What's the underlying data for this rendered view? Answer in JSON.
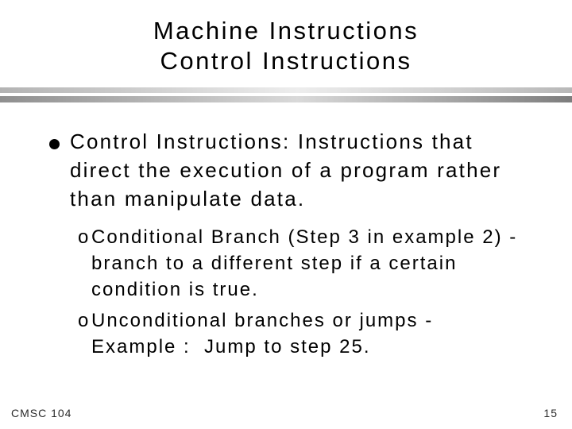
{
  "slide": {
    "title": {
      "line1": "Machine Instructions",
      "line2": "Control Instructions"
    },
    "main_bullet": {
      "lines": [
        "Control Instructions: Instructions that",
        "direct the execution of a program rather",
        "than manipulate data."
      ]
    },
    "sub_bullets": [
      {
        "marker": "o",
        "lines": [
          "Conditional Branch (Step 3 in example 2) -",
          "branch to a different step if a certain",
          "condition is true."
        ]
      },
      {
        "marker": "o",
        "lines": [
          "Unconditional branches or jumps -",
          "Example :  Jump to step 25."
        ]
      }
    ],
    "footer": {
      "course_label": "CMSC 104",
      "page_number": "15"
    }
  },
  "colors": {
    "background": "#ffffff",
    "text": "#000000",
    "footer_text": "#2b2b2b",
    "divider_top_edge": "#b3b3b3",
    "divider_top_mid": "#ededed",
    "divider_bottom_edge": "#7d7d7d",
    "divider_bottom_mid": "#d9d9d9"
  }
}
